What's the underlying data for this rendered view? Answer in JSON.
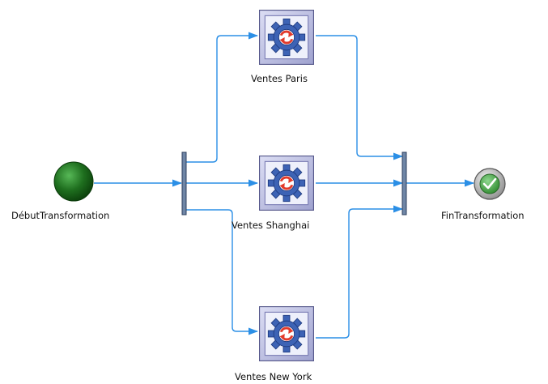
{
  "diagram": {
    "start_node": {
      "label": "DébutTransformation"
    },
    "activities": [
      {
        "label": "Ventes Paris"
      },
      {
        "label": "Ventes Shanghai"
      },
      {
        "label": "Ventes New York"
      }
    ],
    "end_node": {
      "label": "FinTransformation"
    },
    "colors": {
      "flow": "#2b8fe6",
      "sync_bar": "#6f86a6",
      "start_fill": "#1e6e1e",
      "activity_frame": "#a9acd6",
      "gear": "#3d63b5",
      "refresh_arrows": "#e23a2a",
      "end_check": "#3d9a3d"
    }
  }
}
